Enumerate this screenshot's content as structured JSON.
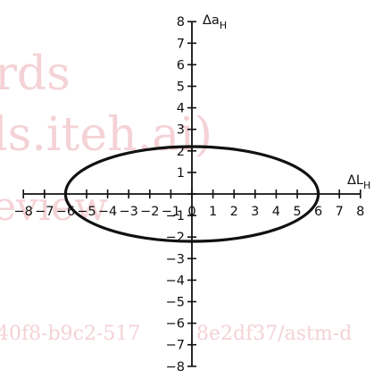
{
  "watermark": {
    "line1": "rds",
    "line2": "ls.iteh.ai)",
    "line3": "eview",
    "line4": "40f8-b9c2-517",
    "line5": "8e2df37/astm-d"
  },
  "chart_data": {
    "type": "line",
    "title": "",
    "xlabel": "ΔL",
    "xlabel_sub": "H",
    "ylabel": "Δa",
    "ylabel_sub": "H",
    "xlim": [
      -8,
      8
    ],
    "ylim": [
      -8,
      8
    ],
    "x_ticks": [
      -8,
      -7,
      -6,
      -5,
      -4,
      -3,
      -2,
      -1,
      0,
      1,
      2,
      3,
      4,
      5,
      6,
      7,
      8
    ],
    "y_ticks": [
      -8,
      -7,
      -6,
      -5,
      -4,
      -3,
      -2,
      -1,
      0,
      1,
      2,
      3,
      4,
      5,
      6,
      7,
      8
    ],
    "x_tick_labels": [
      "−8",
      "−7",
      "−6",
      "−5",
      "−4",
      "−3",
      "−2",
      "−1",
      "0",
      "1",
      "2",
      "3",
      "4",
      "5",
      "6",
      "7",
      "8"
    ],
    "y_tick_labels": [
      "−8",
      "−7",
      "−6",
      "−5",
      "−4",
      "−3",
      "−2",
      "−1",
      "0",
      "1",
      "2",
      "3",
      "4",
      "5",
      "6",
      "7",
      "8"
    ],
    "grid": false,
    "series": [
      {
        "shape": "ellipse",
        "center": [
          0,
          0
        ],
        "semi_axis_x": 6,
        "semi_axis_y": 2.2,
        "color": "#111111"
      }
    ]
  }
}
